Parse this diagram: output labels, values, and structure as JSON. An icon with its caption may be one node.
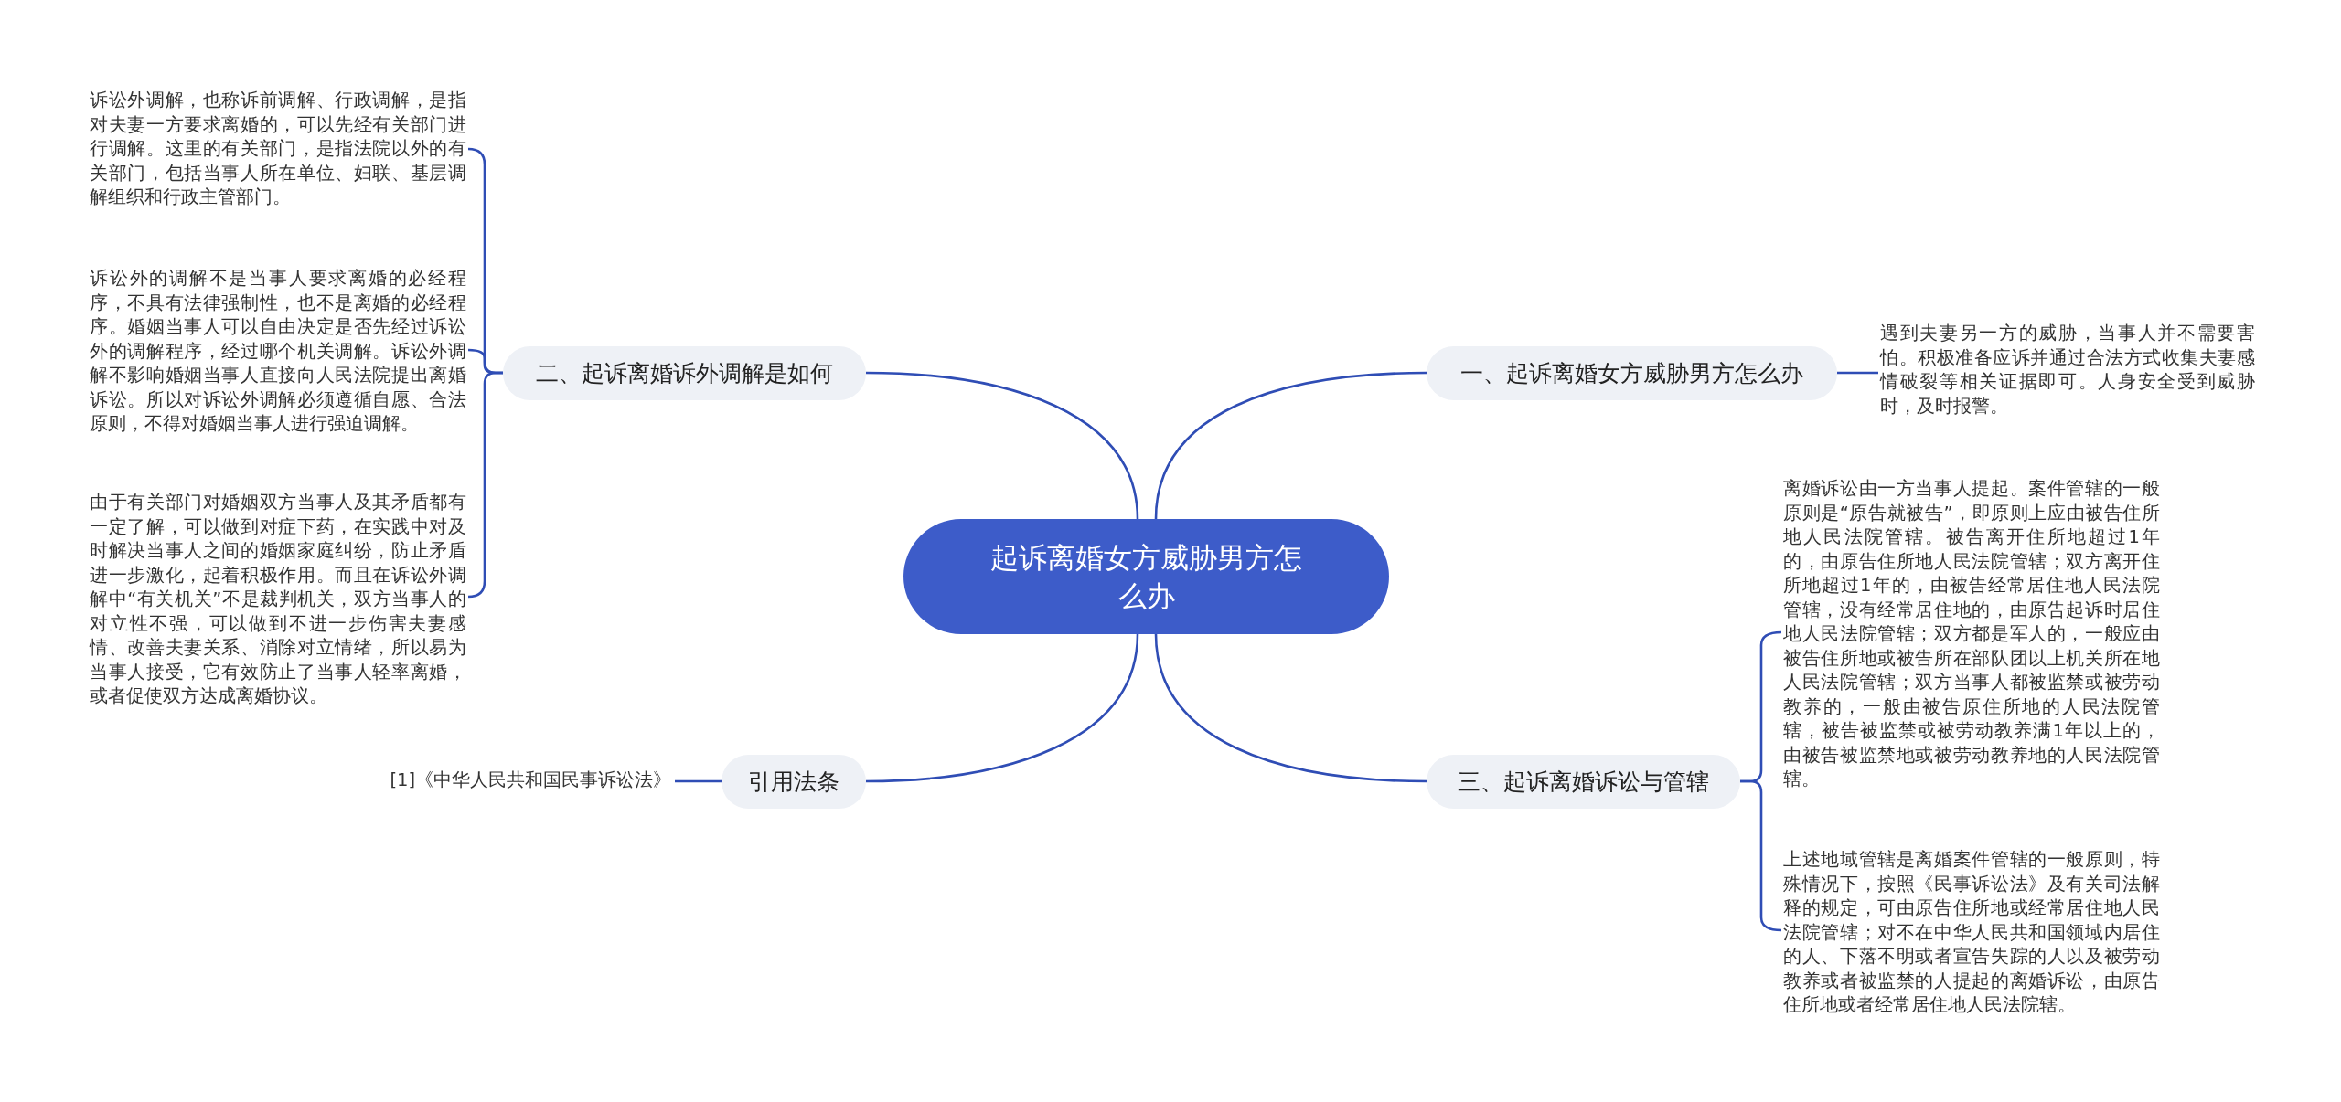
{
  "diagram": {
    "nodes": [
      {
        "text": [
          "起诉离婚女方威胁男方怎么办"
        ]
      },
      {
        "text": [
          "一、起诉离婚女方威胁男方怎么办"
        ]
      },
      {
        "text": [
          "遇到夫妻另一方的威胁，当事人并不需要害怕。积极准备应诉并通过合法方式收集夫妻感情破裂等相关证据即可。人身安全受到威胁时，及时报警。"
        ]
      },
      {
        "text": [
          "三、起诉离婚诉讼与管辖"
        ]
      },
      {
        "text": [
          "离婚诉讼由一方当事人提起。案件管辖的一般原则是“原告就被告”，即原则上应由被告住所地人民法院管辖。被告离开住所地超过1年的，由原告住所地人民法院管辖；双方离开住所地超过1年的，由被告经常居住地人民法院管辖，没有经常居住地的，由原告起诉时居住地人民法院管辖；双方都是军人的，一般应由被告住所地或被告所在部队团以上机关所在地人民法院管辖；双方当事人都被监禁或被劳动教养的，一般由被告原住所地的人民法院管辖，被告被监禁或被劳动教养满1年以上的，由被告被监禁地或被劳动教养地的人民法院管辖。"
        ]
      },
      {
        "text": [
          "上述地域管辖是离婚案件管辖的一般原则，特殊情况下，按照《民事诉讼法》及有关司法解释的规定，可由原告住所地或经常居住地人民法院管辖；对不在中华人民共和国领域内居住的人、下落不明或者宣告失踪的人以及被劳动教养或者被监禁的人提起的离婚诉讼，由原告住所地或者经常居住地人民法院辖。"
        ]
      },
      {
        "text": [
          "二、起诉离婚诉外调解是如何"
        ]
      },
      {
        "text": [
          "诉讼外调解，也称诉前调解、行政调解，是指对夫妻一方要求离婚的，可以先经有关部门进行调解。这里的有关部门，是指法院以外的有关部门，包括当事人所在单位、妇联、基层调解组织和行政主管部门。"
        ]
      },
      {
        "text": [
          "诉讼外的调解不是当事人要求离婚的必经程序，不具有法律强制性，也不是离婚的必经程序。婚姻当事人可以自由决定是否先经过诉讼外的调解程序，经过哪个机关调解。诉讼外调解不影响婚姻当事人直接向人民法院提出离婚诉讼。所以对诉讼外调解必须遵循自愿、合法原则，不得对婚姻当事人进行强迫调解。"
        ]
      },
      {
        "text": [
          "由于有关部门对婚姻双方当事人及其矛盾都有一定了解，可以做到对症下药，在实践中对及时解决当事人之间的婚姻家庭纠纷，防止矛盾进一步激化，起着积极作用。而且在诉讼外调解中“有关机关”不是裁判机关，双方当事人的对立性不强，可以做到不进一步伤害夫妻感情、改善夫妻关系、消除对立情绪，所以易为当事人接受，它有效防止了当事人轻率离婚，或者促使双方达成离婚协议。"
        ]
      },
      {
        "text": [
          "引用法条"
        ]
      },
      {
        "text": [
          "[1]《中华人民共和国民事诉讼法》"
        ]
      }
    ],
    "edges": [
      {
        "from": 0,
        "to": 1,
        "arrow": "none"
      },
      {
        "from": 1,
        "to": 2,
        "arrow": "none"
      },
      {
        "from": 0,
        "to": 3,
        "arrow": "none"
      },
      {
        "from": 3,
        "to": 4,
        "arrow": "none"
      },
      {
        "from": 3,
        "to": 5,
        "arrow": "none"
      },
      {
        "from": 0,
        "to": 6,
        "arrow": "none"
      },
      {
        "from": 6,
        "to": 7,
        "arrow": "none"
      },
      {
        "from": 6,
        "to": 8,
        "arrow": "none"
      },
      {
        "from": 6,
        "to": 9,
        "arrow": "none"
      },
      {
        "from": 0,
        "to": 10,
        "arrow": "none"
      },
      {
        "from": 10,
        "to": 11,
        "arrow": "none"
      }
    ]
  }
}
